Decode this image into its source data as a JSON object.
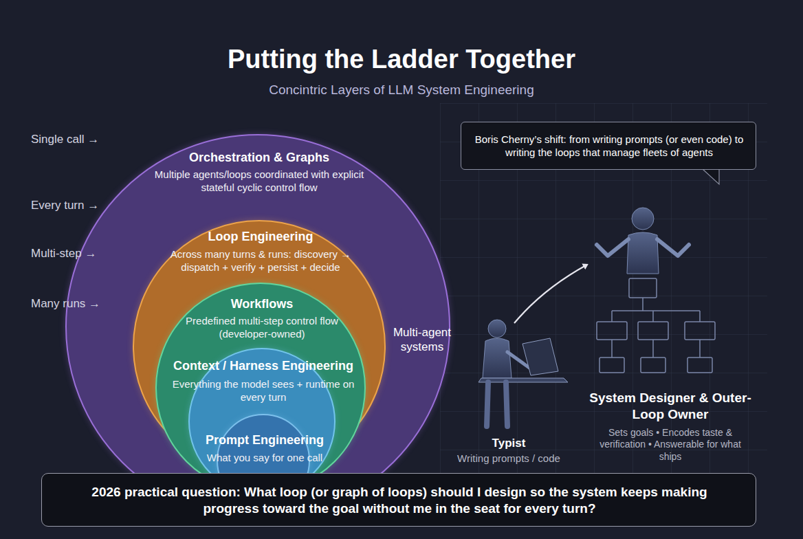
{
  "diagram": {
    "title": "Putting the Ladder Together",
    "caption": "Concintric Layers of LLM System Engineering",
    "nodes": [
      {
        "text": [
          "Orchestration & Graphs",
          "Multiple agents/loops coordinated with explicit stateful cyclic control flow"
        ]
      },
      {
        "text": [
          "Loop Engineering",
          "Across many turns & runs: discovery → dispatch + verify + persist + decide"
        ],
        "in": 0
      },
      {
        "text": [
          "Workflows",
          "Predefined multi-step control flow (developer-owned)"
        ],
        "in": 1
      },
      {
        "text": [
          "Context / Harness Engineering",
          "Everything the model sees + runtime on every turn"
        ],
        "in": 2
      },
      {
        "text": [
          "Prompt Engineering",
          "What you say for one call"
        ],
        "in": 3
      },
      {
        "text": [
          "Boris Cherny’s shift: from writing prompts (or even code) to writing the loops that manage fleets of agents"
        ]
      },
      {
        "text": [
          "2026 practical question: What loop (or graph of loops) should I design so the system keeps making progress toward the goal without me in the seat for every turn?"
        ]
      }
    ],
    "labels": [
      "Single call →",
      "Every turn →",
      "Multi-step →",
      "Many runs →",
      "Multi-agent systems",
      "Typist",
      "Writing prompts / code",
      "System Designer & Outer-Loop Owner",
      "Sets goals • Encodes taste & verification • Answerable for what ships"
    ]
  }
}
